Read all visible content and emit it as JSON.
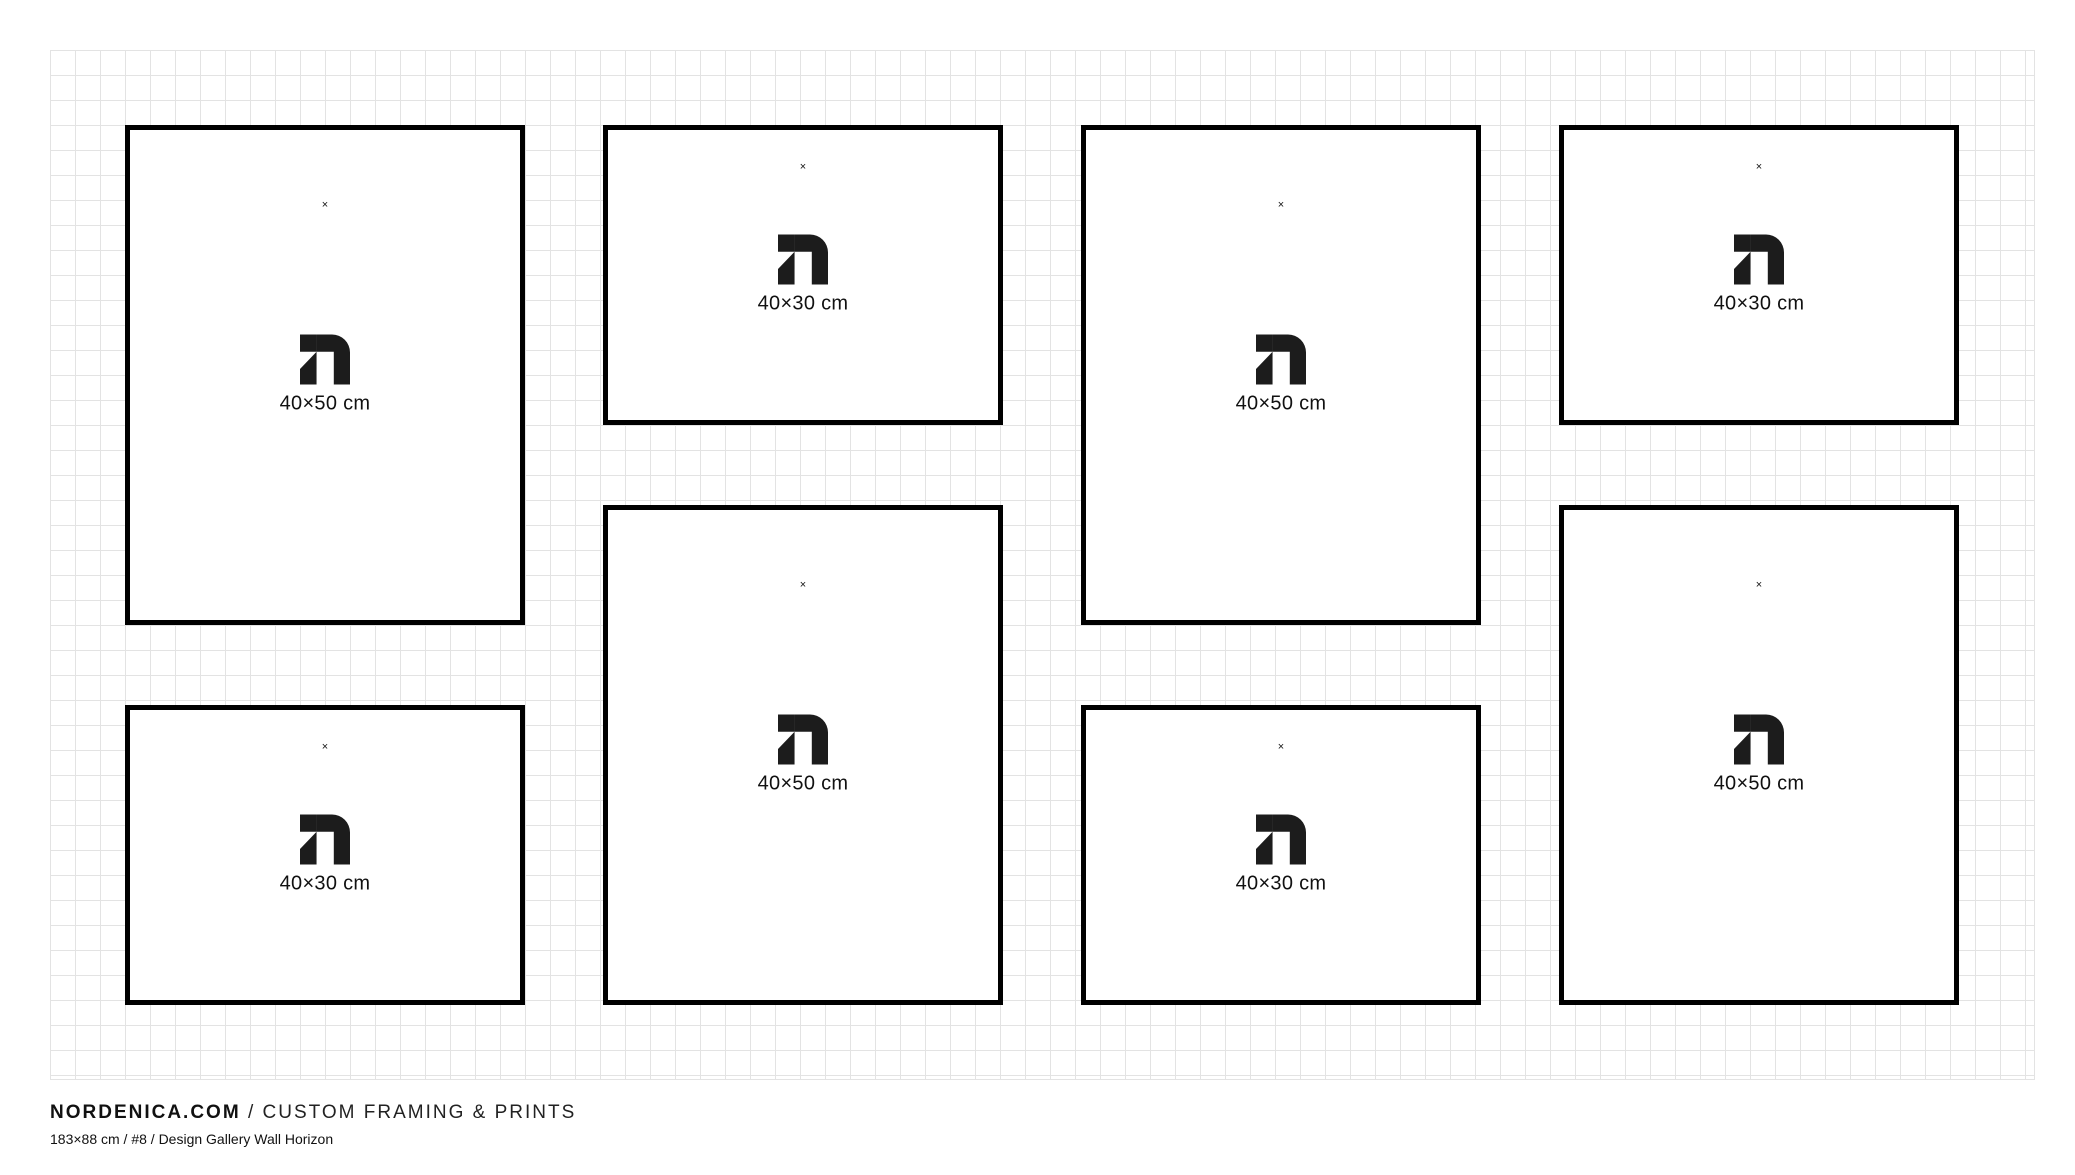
{
  "frames": [
    {
      "size": "40×50 cm",
      "marker": "×"
    },
    {
      "size": "40×30 cm",
      "marker": "×"
    },
    {
      "size": "40×30 cm",
      "marker": "×"
    },
    {
      "size": "40×50 cm",
      "marker": "×"
    },
    {
      "size": "40×50 cm",
      "marker": "×"
    },
    {
      "size": "40×30 cm",
      "marker": "×"
    },
    {
      "size": "40×30 cm",
      "marker": "×"
    },
    {
      "size": "40×50 cm",
      "marker": "×"
    }
  ],
  "footer": {
    "brand": "NORDENICA.COM",
    "tagline": " / CUSTOM FRAMING & PRINTS",
    "details": "183×88 cm / #8 / Design Gallery Wall Horizon"
  },
  "logo_text": "n"
}
